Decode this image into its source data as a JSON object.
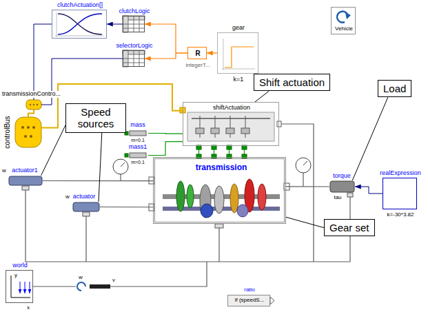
{
  "diagram": {
    "nodes": [
      {
        "text": [
          "clutchActuation[]"
        ]
      },
      {
        "text": [
          "clutchLogic"
        ]
      },
      {
        "text": [
          "Vehicle"
        ]
      },
      {
        "text": [
          "selectorLogic"
        ]
      },
      {
        "text": [
          "R",
          "integerT..."
        ]
      },
      {
        "text": [
          "gear",
          "k=1"
        ]
      },
      {
        "text": [
          "transmissionContro..."
        ]
      },
      {
        "text": [
          "Speed sources"
        ]
      },
      {
        "text": [
          "Shift actuation"
        ]
      },
      {
        "text": [
          "Load"
        ]
      },
      {
        "text": [
          "controlBus"
        ]
      },
      {
        "text": [
          "shiftActuation"
        ]
      },
      {
        "text": [
          "mass",
          "m=0.1"
        ]
      },
      {
        "text": [
          "mass1",
          "m=0.1"
        ]
      },
      {
        "text": [
          "transmission"
        ]
      },
      {
        "text": [
          "actuator1",
          "w"
        ]
      },
      {
        "text": [
          "actuator",
          "w"
        ]
      },
      {
        "text": [
          "torque",
          "tau"
        ]
      },
      {
        "text": [
          "realExpression",
          "k=-30*3.82"
        ]
      },
      {
        "text": [
          "Gear set"
        ]
      },
      {
        "text": [
          "world",
          "y",
          "x"
        ]
      },
      {
        "text": [
          "ratio",
          "if (speedS..."
        ]
      }
    ],
    "edges": [
      {
        "from": 5,
        "to": 4,
        "arrow": "to"
      },
      {
        "from": 4,
        "to": 1,
        "arrow": "to"
      },
      {
        "from": 4,
        "to": 3,
        "arrow": "to"
      },
      {
        "from": 1,
        "to": 0,
        "arrow": "to"
      },
      {
        "from": 0,
        "to": 6,
        "arrow": "none"
      },
      {
        "from": 3,
        "to": 6,
        "arrow": "none"
      },
      {
        "from": 6,
        "to": 10,
        "arrow": "none"
      },
      {
        "from": 10,
        "to": 11,
        "arrow": "none"
      },
      {
        "from": 12,
        "to": 11,
        "arrow": "none"
      },
      {
        "from": 13,
        "to": 11,
        "arrow": "none"
      },
      {
        "from": 15,
        "to": 14,
        "arrow": "none"
      },
      {
        "from": 16,
        "to": 14,
        "arrow": "none"
      },
      {
        "from": 14,
        "to": 17,
        "arrow": "none"
      },
      {
        "from": 18,
        "to": 17,
        "arrow": "to"
      },
      {
        "from": 7,
        "to": 15,
        "arrow": "none"
      },
      {
        "from": 7,
        "to": 16,
        "arrow": "none"
      },
      {
        "from": 8,
        "to": 11,
        "arrow": "none"
      },
      {
        "from": 9,
        "to": 17,
        "arrow": "none"
      },
      {
        "from": 19,
        "to": 14,
        "arrow": "none"
      }
    ],
    "labels": [
      "w",
      "v"
    ]
  }
}
